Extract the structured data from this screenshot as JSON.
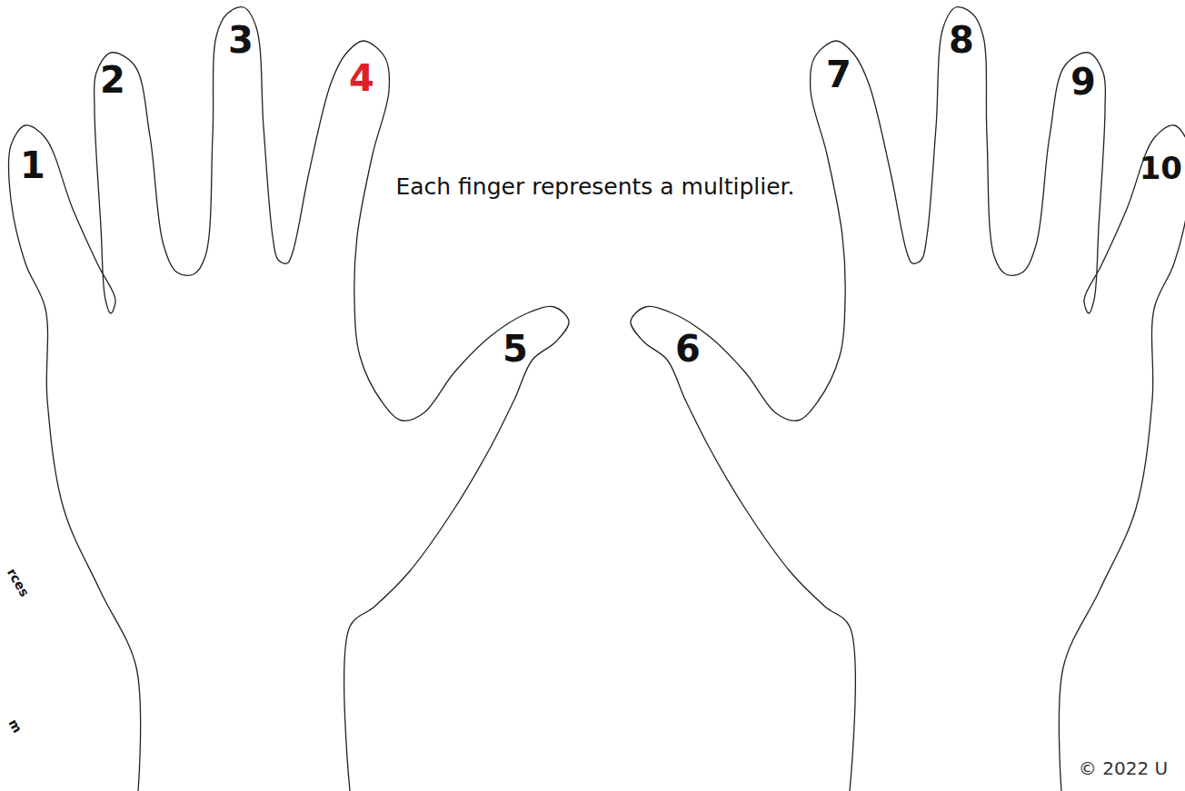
{
  "diagram": {
    "labels": [
      "1",
      "2",
      "3",
      "4",
      "5",
      "6",
      "7",
      "8",
      "9",
      "10",
      "Each finger represents a multiplier.",
      "© 2022 U",
      "rces",
      "m"
    ]
  }
}
